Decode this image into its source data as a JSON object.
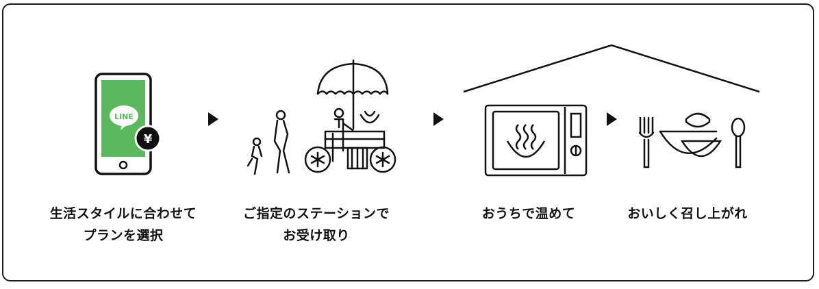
{
  "steps": [
    {
      "label": "生活スタイルに合わせて\nプランを選択"
    },
    {
      "label": "ご指定のステーションで\nお受け取り"
    },
    {
      "label": "おうちで温めて"
    },
    {
      "label": "おいしく召し上がれ"
    }
  ],
  "phone": {
    "app_name": "LINE",
    "currency_symbol": "¥"
  },
  "colors": {
    "line_green": "#5cb85c",
    "ink": "#111111"
  },
  "icons": [
    "smartphone-line-payment-icon",
    "pickup-station-icon",
    "house-roof-icon",
    "microwave-icon",
    "tableware-icon",
    "arrow-right-icon"
  ]
}
